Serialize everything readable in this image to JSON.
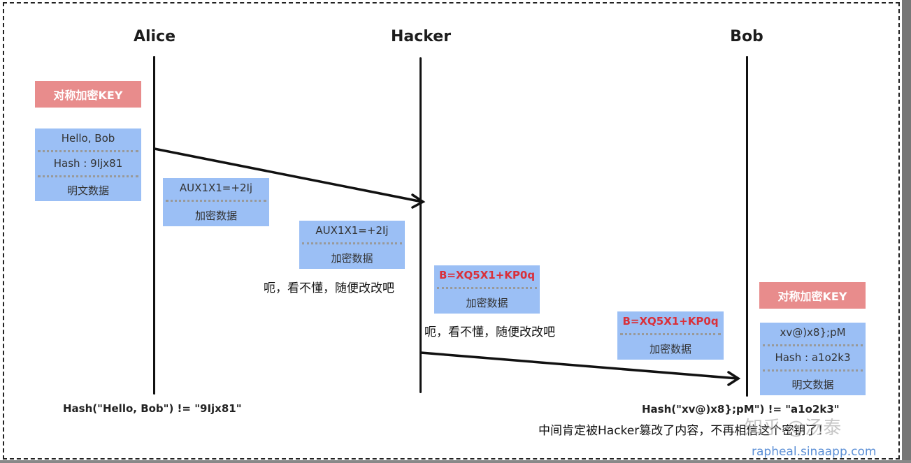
{
  "actors": {
    "alice": "Alice",
    "hacker": "Hacker",
    "bob": "Bob"
  },
  "alice": {
    "key_label": "对称加密KEY",
    "message": [
      "Hello, Bob",
      "Hash : 9Ijx81",
      "明文数据"
    ],
    "encrypted": [
      "AUX1X1=+2Ij",
      "加密数据"
    ],
    "formula": "Hash(\"Hello, Bob\") != \"9Ijx81\""
  },
  "hacker": {
    "received": [
      "AUX1X1=+2Ij",
      "加密数据"
    ],
    "note1": "呃，看不懂，随便改改吧",
    "tampered": [
      "B=XQ5X1+KP0q",
      "加密数据"
    ],
    "note2": "呃，看不懂，随便改改吧"
  },
  "bob": {
    "received": [
      "B=XQ5X1+KP0q",
      "加密数据"
    ],
    "key_label": "对称加密KEY",
    "decrypted": [
      "xv@)x8};pM",
      "Hash : a1o2k3",
      "明文数据"
    ],
    "formula": "Hash(\"xv@)x8};pM\") != \"a1o2k3\"",
    "conclusion": "中间肯定被Hacker篡改了内容，不再相信这个密钥了！"
  },
  "watermark": "知乎 @汤泰",
  "url": "rapheal.sinaapp.com",
  "colors": {
    "key_bg": "#e88c8c",
    "block_bg": "#9bbff5",
    "tampered_text": "#d9303a",
    "url": "#5b8fd6"
  }
}
